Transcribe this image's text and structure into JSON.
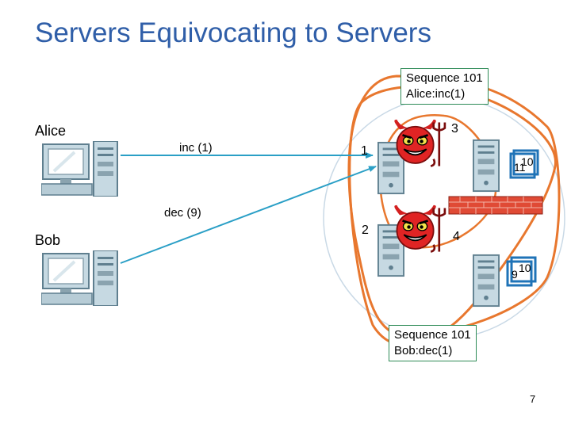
{
  "title": "Servers Equivocating to Servers",
  "clients": {
    "alice": "Alice",
    "bob": "Bob"
  },
  "messages": {
    "alice_op": "inc (1)",
    "bob_op": "dec (9)"
  },
  "boxes": {
    "top": {
      "line1": "Sequence 101",
      "line2": "Alice:inc(1)"
    },
    "bottom": {
      "line1": "Sequence 101",
      "line2": "Bob:dec(1)"
    }
  },
  "server_labels": {
    "s1": "1",
    "s2": "2",
    "s3": "3",
    "s4": "4"
  },
  "server3_state": {
    "old": "10",
    "new": "11"
  },
  "server4_state": {
    "old": "10",
    "new": "9"
  },
  "page_number": "7",
  "colors": {
    "title": "#2f5ea8",
    "arrow": "#2a9fc6",
    "loop": "#e8772e",
    "box_border": "#2e8b57",
    "state_box": "#1f73b7",
    "firewall": "#d83a2a"
  }
}
